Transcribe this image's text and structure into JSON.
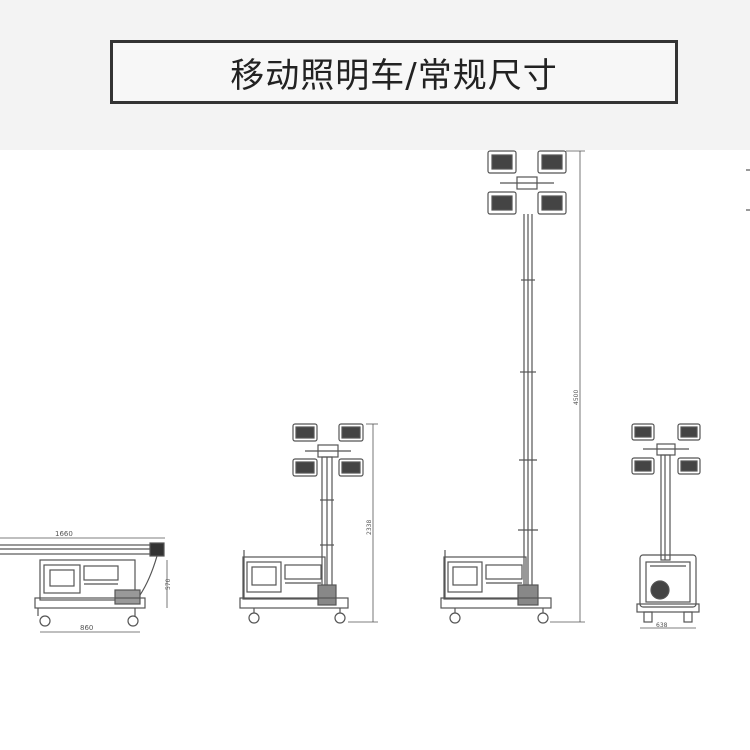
{
  "title": "移动照明车/常规尺寸",
  "dimensions": {
    "retracted_length": "1660",
    "retracted_height": "570",
    "base_width": "860",
    "mid_height": "2338",
    "max_height": "4500",
    "end_width": "638"
  }
}
